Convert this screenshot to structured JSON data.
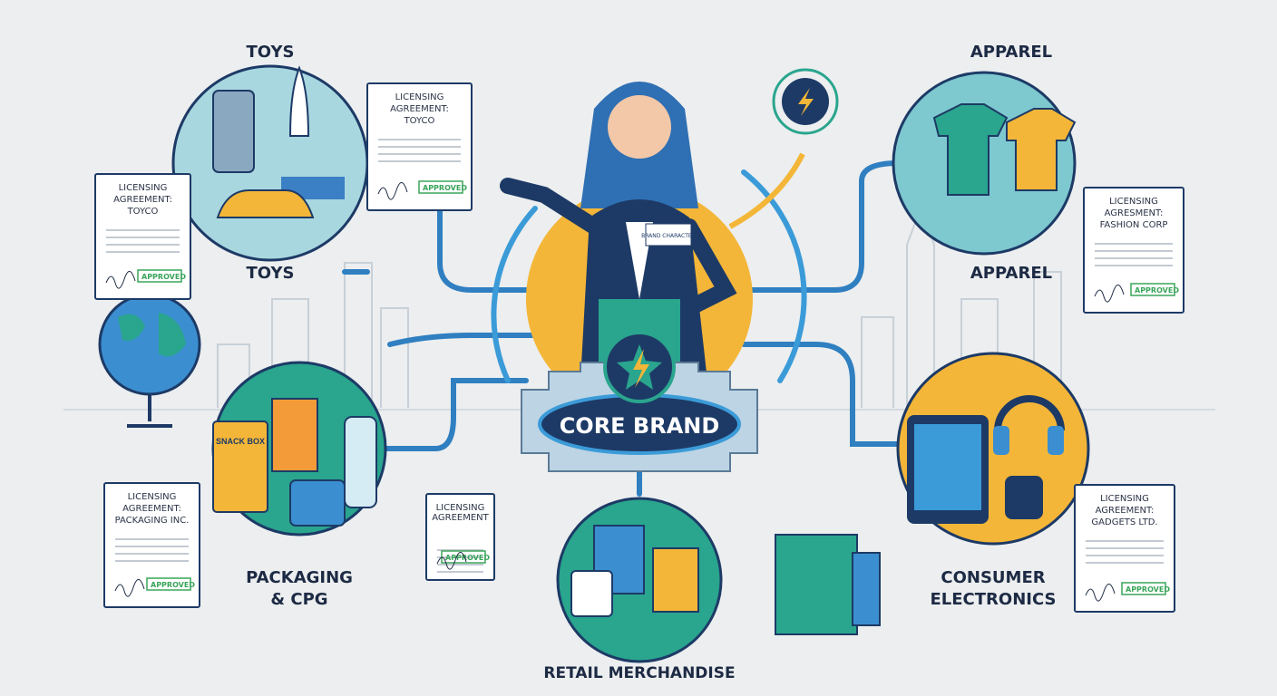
{
  "center": {
    "title": "CORE BRAND",
    "badge": "BRAND CHARACTER"
  },
  "categories": {
    "toys": {
      "label_top": "TOYS",
      "label_bottom": "TOYS"
    },
    "apparel": {
      "label_top": "APPAREL",
      "label_bottom": "APPAREL"
    },
    "packaging": {
      "line1": "PACKAGING",
      "line2": "& CPG"
    },
    "electronics": {
      "line1": "CONSUMER",
      "line2": "ELECTRONICS"
    },
    "retail": {
      "label": "RETAIL MERCHANDISE"
    }
  },
  "documents": [
    {
      "l1": "LICENSING",
      "l2": "AGREEMENT:",
      "l3": "TOYCO",
      "stamp": "APPROVED"
    },
    {
      "l1": "LICENSING",
      "l2": "AGREEMENT:",
      "l3": "TOYCO",
      "stamp": "APPROVED"
    },
    {
      "l1": "LICENSING",
      "l2": "AGRESMENT:",
      "l3": "FASHION CORP",
      "stamp": "APPROVED"
    },
    {
      "l1": "LICENSING",
      "l2": "AGREEMENT:",
      "l3": "PACKAGING INC.",
      "stamp": "APPROVED"
    },
    {
      "l1": "LICENSING",
      "l2": "AGREEMENT",
      "l3": "",
      "stamp": "APPROVED"
    },
    {
      "l1": "LICENSING",
      "l2": "AGREEMENT:",
      "l3": "GADGETS LTD.",
      "stamp": "APPROVED"
    }
  ],
  "products": {
    "snack": "SNACK BOX"
  },
  "colors": {
    "background": "#eceeef",
    "navy": "#1d3a66",
    "blue": "#2f7fc1",
    "teal": "#2aa58e",
    "yellow": "#f4b638",
    "stamp": "#3aa55a"
  }
}
